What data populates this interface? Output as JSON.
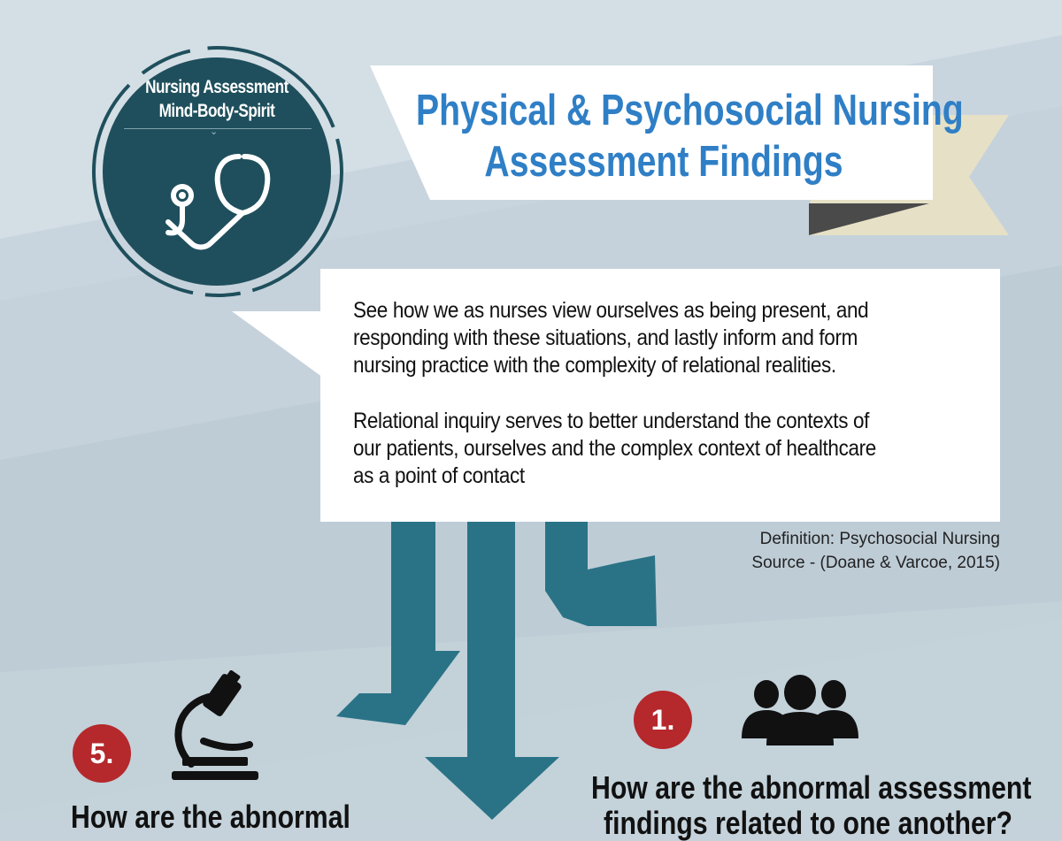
{
  "badge": {
    "line1": "Nursing Assessment",
    "line2": "Mind-Body-Spirit",
    "icon": "stethoscope-icon"
  },
  "title": {
    "line1": "Physical & Psychosocial Nursing",
    "line2": "Assessment Findings"
  },
  "intro": {
    "paragraph1_lines": [
      "See how we as nurses view ourselves as being present, and",
      "responding with these situations, and lastly inform and form",
      "nursing practice with the complexity of relational realities."
    ],
    "paragraph2_lines": [
      "Relational inquiry serves to better understand the contexts of",
      "our patients, ourselves and the complex context of healthcare",
      "as a point of contact"
    ]
  },
  "definition": {
    "line1": "Definition: Psychosocial Nursing",
    "line2": "Source - (Doane & Varcoe, 2015)"
  },
  "item_left": {
    "number": "5.",
    "icon": "microscope-icon",
    "question": "How are the abnormal"
  },
  "item_right": {
    "number": "1.",
    "icon": "people-group-icon",
    "question_line1": "How are the abnormal assessment",
    "question_line2": "findings related to one another?"
  },
  "colors": {
    "background": "#c5d2db",
    "badge": "#1f4f5c",
    "arrow": "#2a7386",
    "title": "#2f7fc6",
    "number_badge": "#b5282b",
    "ribbon": "#e6e1c6"
  }
}
